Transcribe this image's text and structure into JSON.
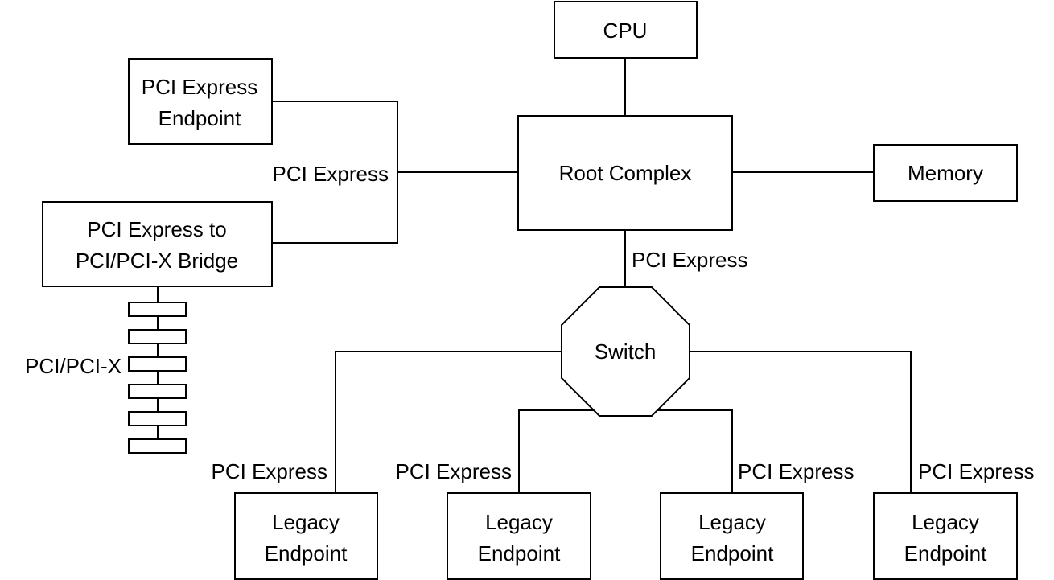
{
  "nodes": {
    "cpu": {
      "lines": [
        "CPU"
      ]
    },
    "root_complex": {
      "lines": [
        "Root Complex"
      ]
    },
    "memory": {
      "lines": [
        "Memory"
      ]
    },
    "pcie_endpoint": {
      "lines": [
        "PCI Express",
        "Endpoint"
      ]
    },
    "bridge": {
      "lines": [
        "PCI Express to",
        "PCI/PCI-X Bridge"
      ]
    },
    "switch": {
      "lines": [
        "Switch"
      ]
    },
    "legacy_endpoints": [
      {
        "lines": [
          "Legacy",
          "Endpoint"
        ]
      },
      {
        "lines": [
          "Legacy",
          "Endpoint"
        ]
      },
      {
        "lines": [
          "Legacy",
          "Endpoint"
        ]
      },
      {
        "lines": [
          "Legacy",
          "Endpoint"
        ]
      }
    ]
  },
  "link_labels": {
    "root_to_left": "PCI Express",
    "root_to_switch": "PCI Express",
    "switch_to_legacy": [
      "PCI Express",
      "PCI Express",
      "PCI Express",
      "PCI Express"
    ],
    "pci_bus": "PCI/PCI-X"
  },
  "pci_bus_slot_count": 6
}
